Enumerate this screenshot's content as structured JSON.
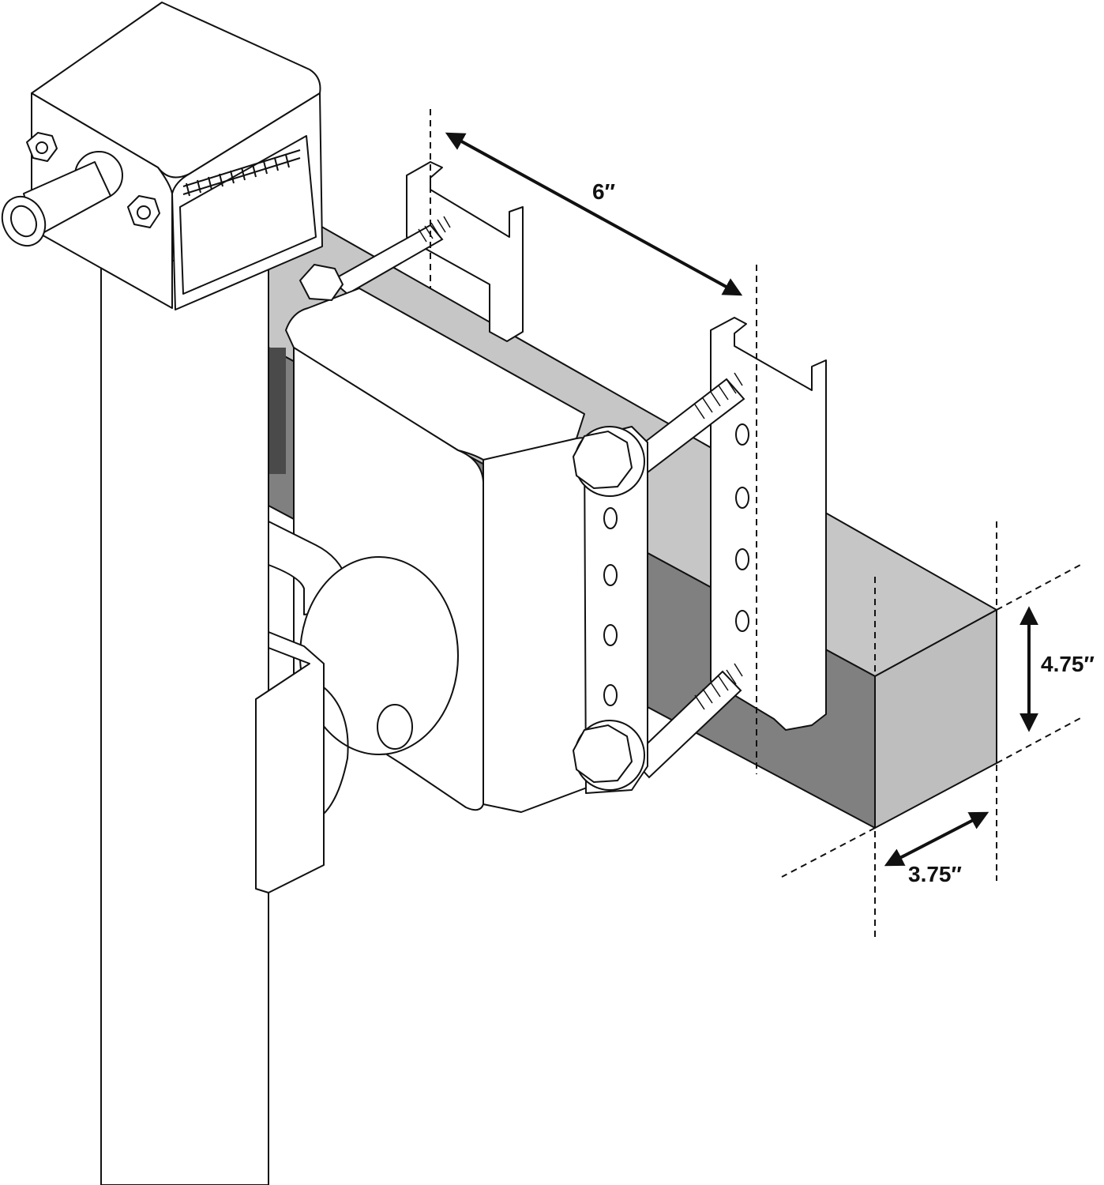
{
  "dimensions": {
    "tongue_width": "6″",
    "tube_height": "4.75″",
    "tube_width": "3.75″"
  },
  "colors": {
    "line": "#111111",
    "tube_top": "#c4c4c4",
    "tube_side": "#7e7e7e",
    "tube_end": "#bdbdbd",
    "tube_dark": "#5a5a5a",
    "part_fill": "#ffffff"
  }
}
